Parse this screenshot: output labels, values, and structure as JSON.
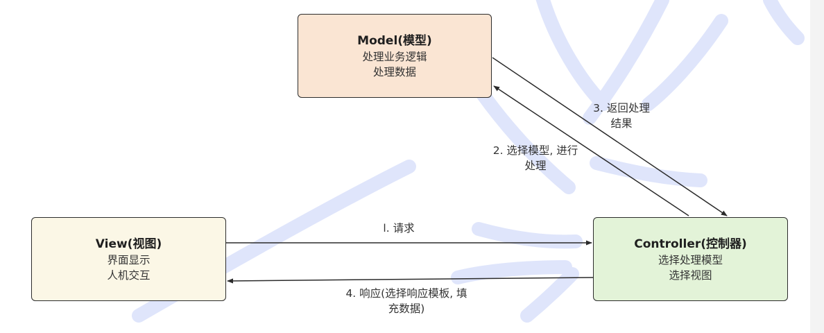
{
  "colors": {
    "model_fill": "#fae5d3",
    "view_fill": "#fbf7e6",
    "controller_fill": "#e3f3d8",
    "stroke": "#2b2b2b",
    "watermark": "#dfe5fb",
    "side_strip": "#f3f3f3"
  },
  "nodes": {
    "model": {
      "title": "Model(模型)",
      "line1": "处理业务逻辑",
      "line2": "处理数据"
    },
    "view": {
      "title": "View(视图)",
      "line1": "界面显示",
      "line2": "人机交互"
    },
    "controller": {
      "title": "Controller(控制器)",
      "line1": "选择处理模型",
      "line2": "选择视图"
    }
  },
  "edges": {
    "request": {
      "line1": "l. 请求"
    },
    "response": {
      "line1": "4. 响应(选择响应模板, 填",
      "line2": "充数据)"
    },
    "result": {
      "line1": "3. 返回处理",
      "line2": "结果"
    },
    "select": {
      "line1": "2. 选择模型, 进行",
      "line2": "处理"
    }
  }
}
